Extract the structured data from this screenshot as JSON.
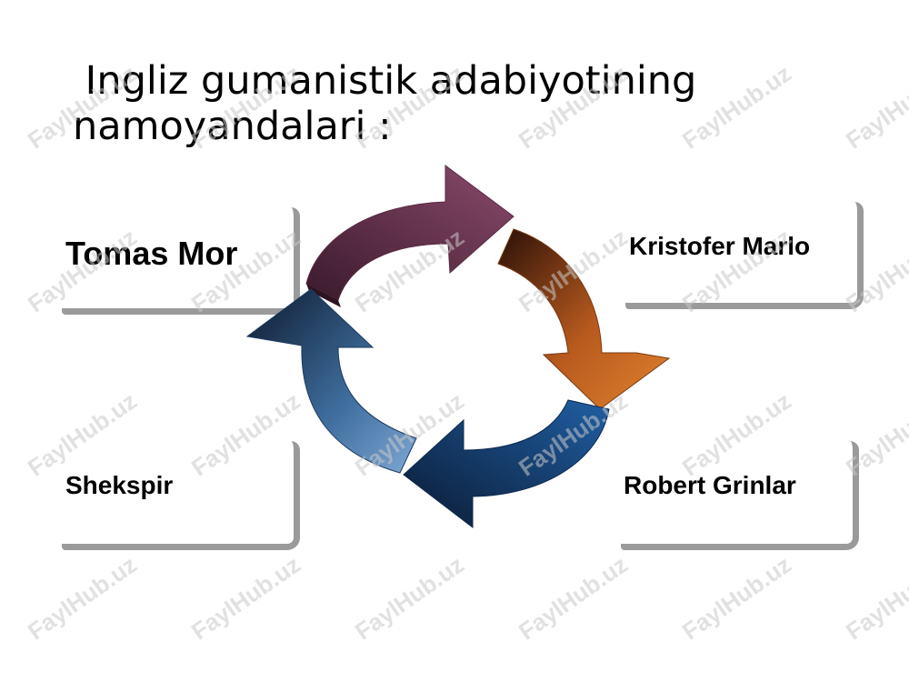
{
  "slide": {
    "title": " Ingliz gumanistik adabiyotining\nnamoyandalari :"
  },
  "diagram": {
    "type": "cycle",
    "nodes": [
      {
        "label": "Tomas Mor"
      },
      {
        "label": "Kristofer Marlo"
      },
      {
        "label": "Robert Grinlar"
      },
      {
        "label": "Shekspir"
      }
    ],
    "arrow_colors": [
      "#6b2e4a",
      "#d4772c",
      "#1f5fa3",
      "#4a7bb0"
    ]
  },
  "watermark": {
    "text": "FaylHub.uz"
  }
}
